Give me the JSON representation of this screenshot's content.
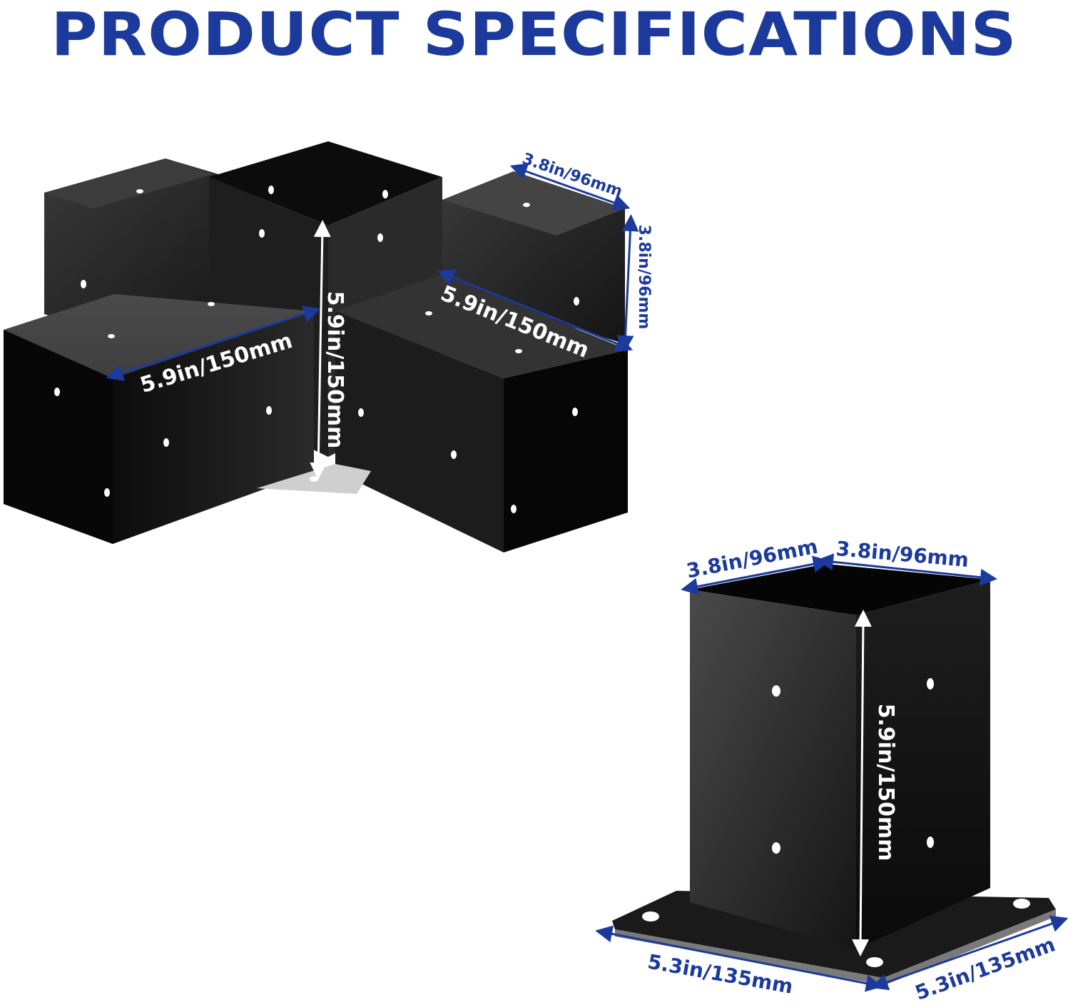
{
  "title": "PRODUCT SPECIFICATIONS",
  "colors": {
    "title": "#1b3a9c",
    "dimension_arrow": "#1b3a9c",
    "dimension_text_on_product": "#ffffff",
    "product_metal": "#1a1a1a"
  },
  "bracket": {
    "dims": {
      "top_width": "3.8in/96mm",
      "side_height": "3.8in/96mm",
      "right_arm_length": "5.9in/150mm",
      "left_arm_length": "5.9in/150mm",
      "vertical_length": "5.9in/150mm"
    }
  },
  "post_base": {
    "dims": {
      "top_left_width": "3.8in/96mm",
      "top_right_width": "3.8in/96mm",
      "height": "5.9in/150mm",
      "plate_left": "5.3in/135mm",
      "plate_right": "5.3in/135mm"
    }
  }
}
